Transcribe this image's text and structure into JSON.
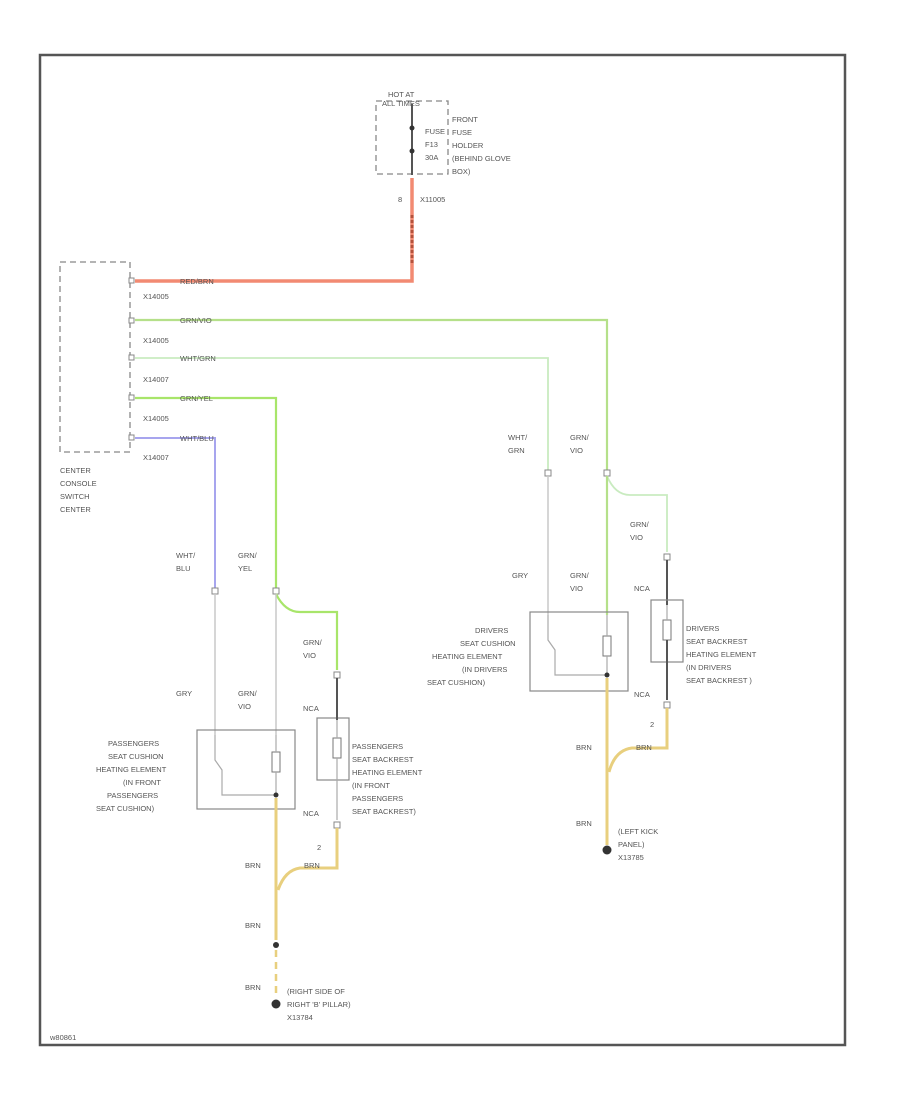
{
  "fuse": {
    "hot_at": "HOT AT",
    "hot_at_line2": "ALL TIMES",
    "fuse_lines": [
      "FUSE",
      "F13",
      "30A"
    ],
    "holder_lines": [
      "FRONT",
      "FUSE",
      "HOLDER",
      "(BEHIND GLOVE",
      "BOX)"
    ],
    "pin": "8",
    "connector": "X11005"
  },
  "center_console": {
    "lines": [
      "CENTER",
      "CONSOLE",
      "SWITCH",
      "CENTER"
    ],
    "connectors": [
      "X14005",
      "X14005",
      "X14007",
      "X14005",
      "X14007"
    ]
  },
  "wires": {
    "red": "RED/BRN",
    "grn_vio": "GRN/VIO",
    "wht_grn": "WHT/GRN",
    "grn_yel": "GRN/YEL",
    "wht_blu": "WHT/BLU"
  },
  "passenger": {
    "left_label": [
      "WHT/",
      "BLU"
    ],
    "mid_label": [
      "GRN/",
      "YEL"
    ],
    "right_label": [
      "GRN/",
      "VIO"
    ],
    "gry": "GRY",
    "grn_vio2": [
      "GRN/",
      "VIO"
    ],
    "nca_top": "NCA",
    "nca_bottom": "NCA",
    "cushion_lines": [
      "PASSENGERS",
      "SEAT CUSHION",
      "HEATING ELEMENT",
      "(IN FRONT",
      "PASSENGERS",
      "SEAT CUSHION)"
    ],
    "backrest_lines": [
      "PASSENGERS",
      "SEAT BACKREST",
      "HEATING ELEMENT",
      "(IN FRONT",
      "PASSENGERS",
      "SEAT BACKREST)"
    ],
    "pin2": "2",
    "brn_labels": [
      "BRN",
      "BRN",
      "BRN",
      "BRN"
    ],
    "ground_lines": [
      "(RIGHT SIDE OF",
      "RIGHT 'B' PILLAR)",
      "X13784"
    ]
  },
  "driver": {
    "left_label": [
      "WHT/",
      "GRN"
    ],
    "mid_label": [
      "GRN/",
      "VIO"
    ],
    "right_label": [
      "GRN/",
      "VIO"
    ],
    "gry": "GRY",
    "grn_vio2": [
      "GRN/",
      "VIO"
    ],
    "nca_top": "NCA",
    "nca_bottom": "NCA",
    "cushion_lines": [
      "DRIVERS",
      "SEAT CUSHION",
      "HEATING ELEMENT",
      "(IN DRIVERS",
      "SEAT CUSHION)"
    ],
    "backrest_lines": [
      "DRIVERS",
      "SEAT BACKREST",
      "HEATING ELEMENT",
      "(IN DRIVERS",
      "SEAT BACKREST )"
    ],
    "pin2": "2",
    "brn_labels": [
      "BRN",
      "BRN",
      "BRN"
    ],
    "ground_lines": [
      "(LEFT KICK",
      "PANEL)",
      "X13785"
    ]
  },
  "footer_id": "w80861"
}
